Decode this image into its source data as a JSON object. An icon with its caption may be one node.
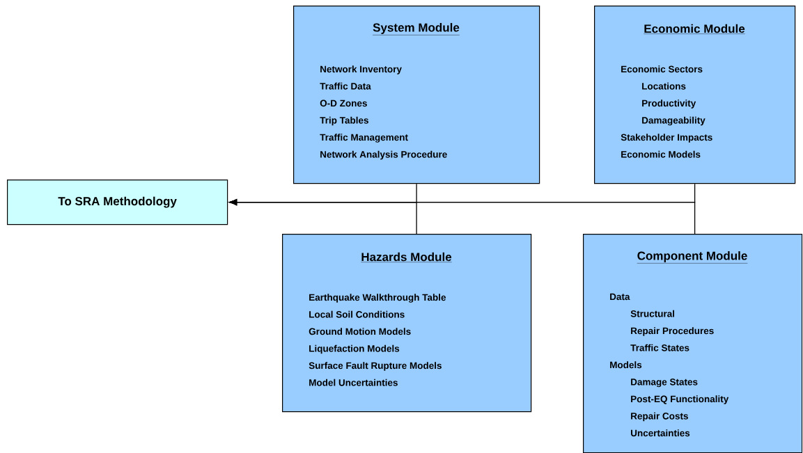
{
  "diagram": {
    "nodes": [
      {
        "text": [
          "System Module",
          "Network Inventory",
          "Traffic Data",
          "O-D Zones",
          "Trip Tables",
          "Traffic Management",
          "Network Analysis Procedure"
        ]
      },
      {
        "text": [
          "Economic Module",
          "Economic Sectors",
          "Locations",
          "Productivity",
          "Damageability",
          "Stakeholder Impacts",
          "Economic Models"
        ]
      },
      {
        "text": [
          "To SRA Methodology"
        ]
      },
      {
        "text": [
          "Hazards Module",
          "Earthquake Walkthrough Table",
          "Local Soil Conditions",
          "Ground Motion Models",
          "Liquefaction Models",
          "Surface Fault Rupture Models",
          "Model Uncertainties"
        ]
      },
      {
        "text": [
          "Component Module",
          "Data",
          "Structural",
          "Repair Procedures",
          "Traffic States",
          "Models",
          "Damage States",
          "Post-EQ Functionality",
          "Repair Costs",
          "Uncertainties"
        ]
      }
    ],
    "edges": [
      {
        "from": 0,
        "to": 2,
        "arrow": "to"
      },
      {
        "from": 1,
        "to": 2,
        "arrow": "to"
      },
      {
        "from": 3,
        "to": 2,
        "arrow": "to"
      },
      {
        "from": 4,
        "to": 2,
        "arrow": "to"
      }
    ]
  }
}
